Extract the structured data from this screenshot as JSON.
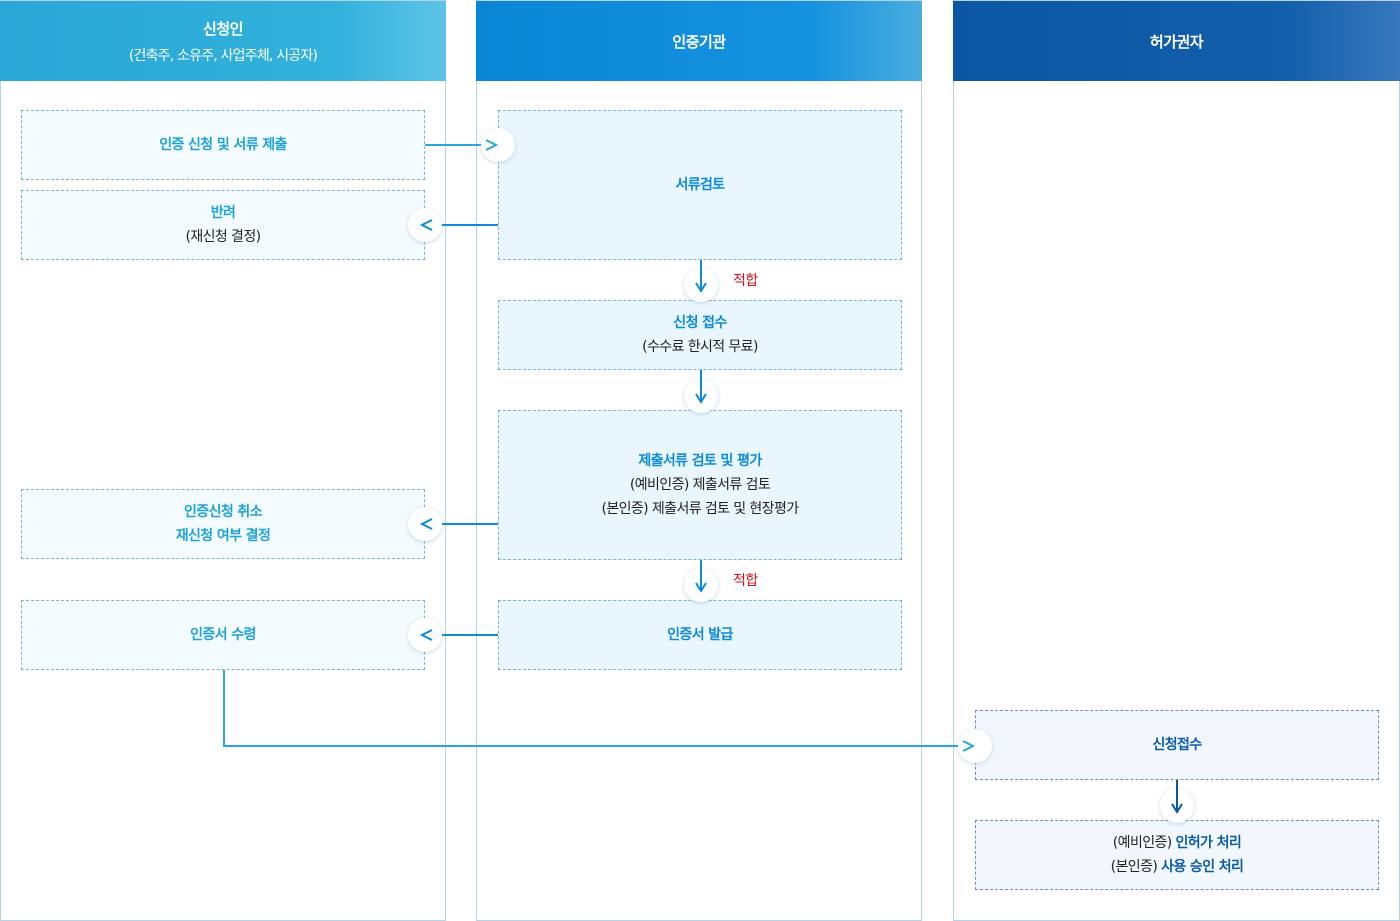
{
  "lanes": {
    "applicant": {
      "title": "신청인",
      "subtitle": "(건축주, 소유주, 사업주체, 시공자)"
    },
    "cert_body": {
      "title": "인증기관"
    },
    "permit_authority": {
      "title": "허가권자"
    }
  },
  "applicant": {
    "submit": "인증 신청 및 서류 제출",
    "reject_title": "반려",
    "reject_note": "(재신청 결정)",
    "cancel_line1": "인증신청 취소",
    "cancel_line2": "재신청 여부 결정",
    "receive_cert": "인증서 수령"
  },
  "cert_body": {
    "doc_review": "서류검토",
    "accept_title": "신청 접수",
    "accept_note": "(수수료 한시적 무료)",
    "eval_title": "제출서류 검토 및 평가",
    "eval_line1": "(예비인증) 제출서류 검토",
    "eval_line2": "(본인증) 제출서류 검토 및 현장평가",
    "issue": "인증서 발급",
    "pass_label_1": "적합",
    "pass_label_2": "적합"
  },
  "permit_authority": {
    "receive": "신청접수",
    "pre_prefix": "(예비인증)",
    "pre_action": "인허가 처리",
    "main_prefix": "(본인증)",
    "main_action": "사용 승인 처리"
  },
  "colors": {
    "applicant": "#29a8d8",
    "cert_body": "#0a87d6",
    "permit_authority": "#0b56a2"
  }
}
